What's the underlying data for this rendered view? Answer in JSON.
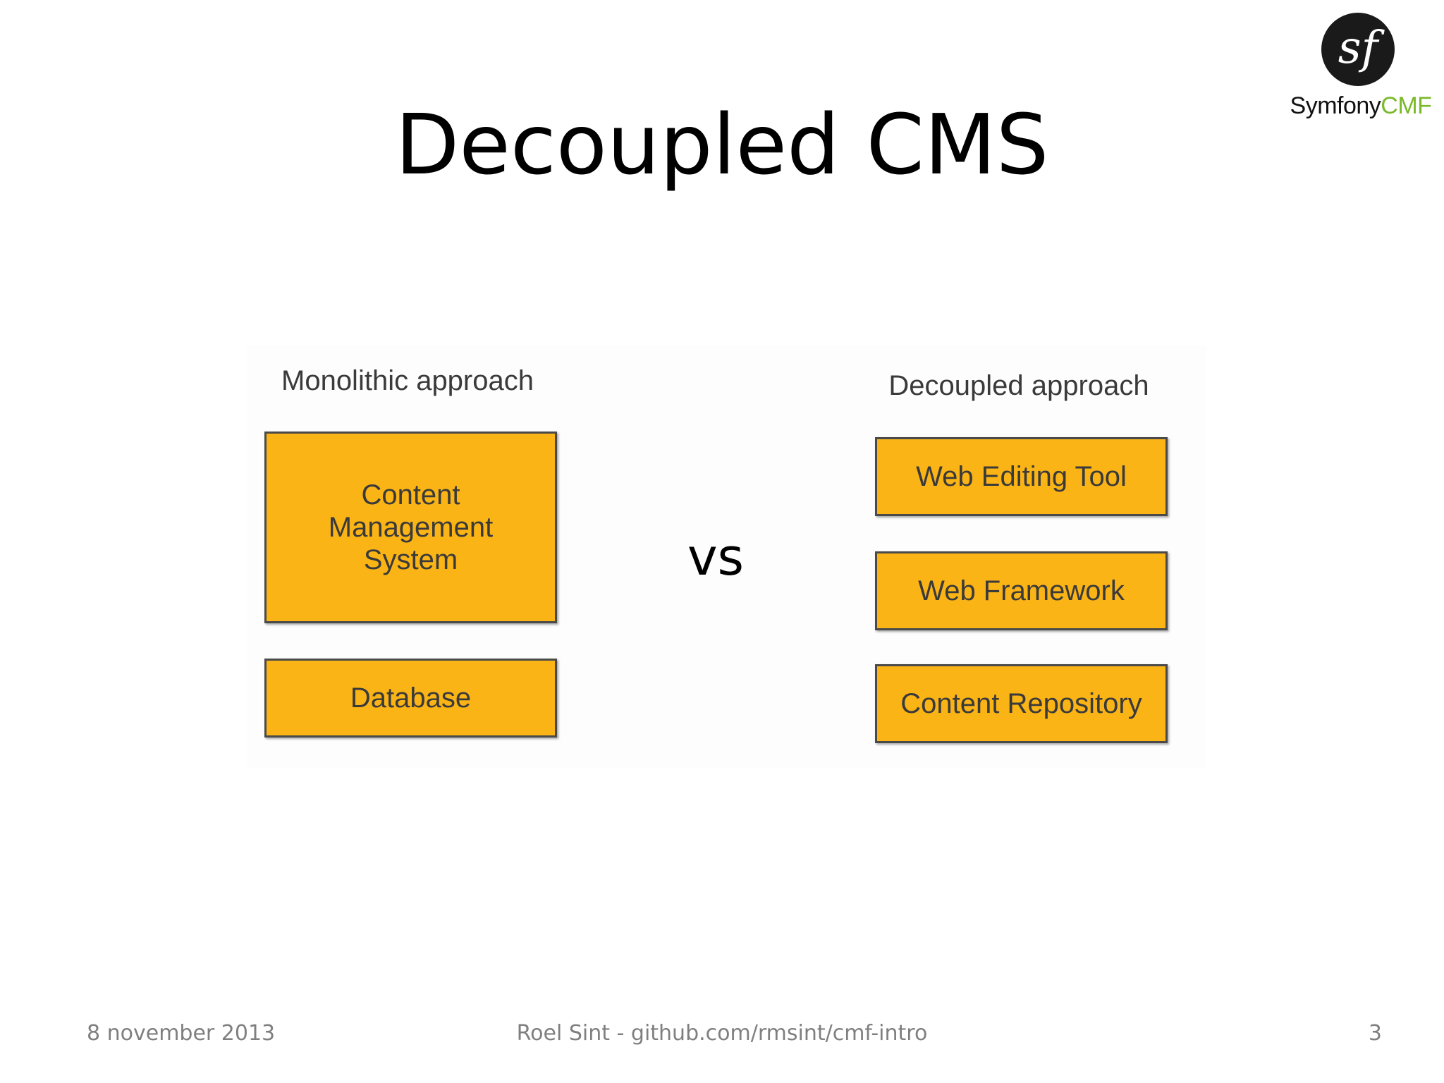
{
  "slide": {
    "title": "Decoupled CMS",
    "logo": {
      "glyph": "sf",
      "wordmark_primary": "Symfony",
      "wordmark_accent": "CMF",
      "accent_color": "#7ab929"
    },
    "vs_label": "vs"
  },
  "diagram": {
    "box_color": "#fbb416",
    "border_color": "#4a4a4a",
    "monolithic": {
      "heading": "Monolithic approach",
      "boxes": [
        "Content\nManagement\nSystem",
        "Database"
      ]
    },
    "decoupled": {
      "heading": "Decoupled approach",
      "boxes": [
        "Web Editing Tool",
        "Web Framework",
        "Content Repository"
      ]
    }
  },
  "footer": {
    "date": "8 november 2013",
    "center": "Roel Sint - github.com/rmsint/cmf-intro",
    "page_number": "3"
  }
}
